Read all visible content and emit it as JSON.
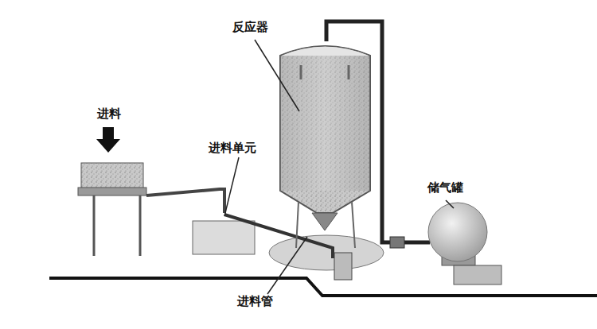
{
  "diagram": {
    "labels": [
      "反应器",
      "进料",
      "进料单元",
      "储气罐",
      "进料管"
    ]
  }
}
